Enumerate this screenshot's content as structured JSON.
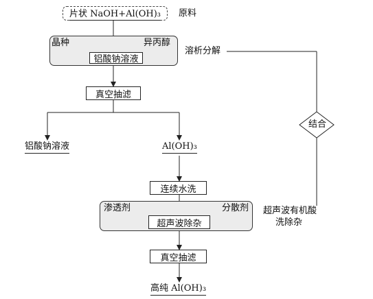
{
  "raw_material": "片状 NaOH+Al(OH)₃",
  "raw_material_label": "原料",
  "seed": "晶种",
  "isopropanol": "异丙醇",
  "aluminate_solution": "铝酸钠溶液",
  "dissolution_label": "溶析分解",
  "vacuum_filter_1": "真空抽滤",
  "aluminate_output": "铝酸钠溶液",
  "aloh3_mid": "Al(OH)₃",
  "water_wash": "连续水洗",
  "penetrant": "渗透剂",
  "dispersant": "分散剂",
  "ultrasonic_removal": "超声波除杂",
  "vacuum_filter_2": "真空抽滤",
  "final_product": "高纯 Al(OH)₃",
  "combine": "结合",
  "ultrasonic_acid_line1": "超声波有机酸",
  "ultrasonic_acid_line2": "洗除杂"
}
